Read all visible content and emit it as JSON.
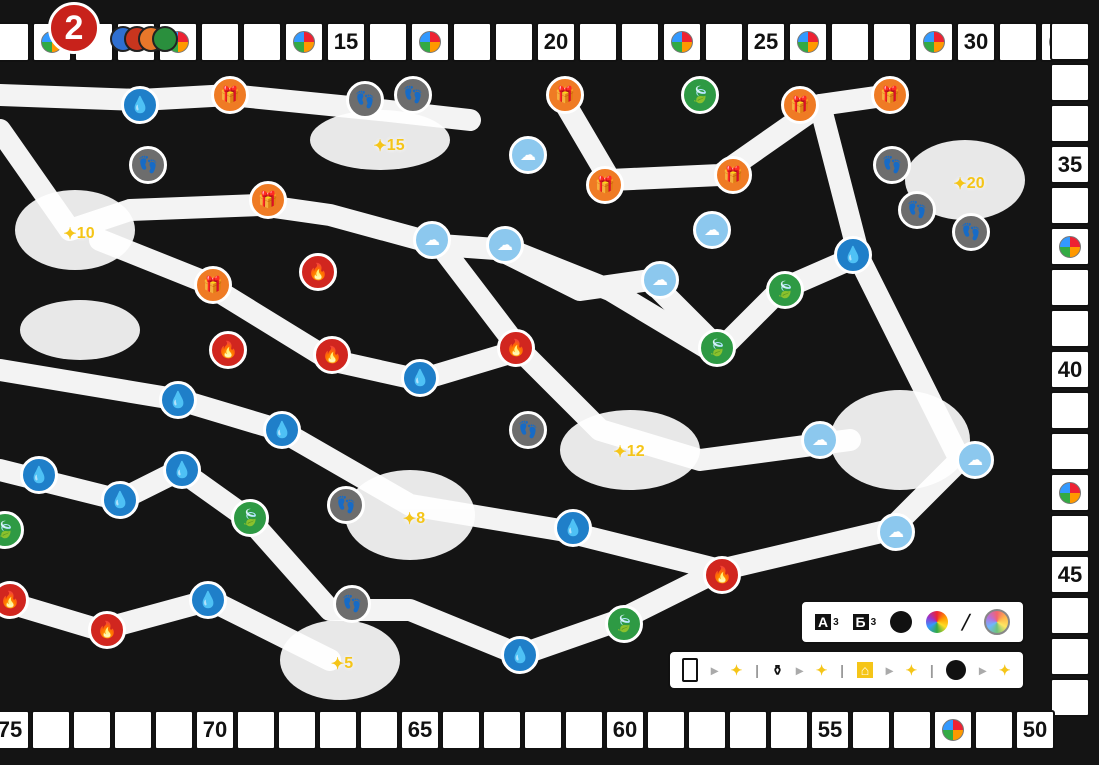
{
  "board": {
    "player_badge": "2",
    "token_colors": [
      "#2f6fd0",
      "#c8351e",
      "#e8772a",
      "#2a8f3d"
    ],
    "top_numbers": [
      "15",
      "20",
      "25",
      "30"
    ],
    "right_numbers": [
      "35",
      "40",
      "45"
    ],
    "bottom_numbers": [
      "75",
      "70",
      "65",
      "60",
      "55",
      "50"
    ],
    "stars": [
      "10",
      "15",
      "20",
      "12",
      "8",
      "5"
    ],
    "rules_top": {
      "a_label": "A",
      "a_count": "3",
      "b_label": "Б",
      "b_count": "3"
    },
    "colors": {
      "fire": "#d1261f",
      "water": "#1f7fc9",
      "sky": "#8cc8ee",
      "gift": "#ef7b24",
      "leaf": "#2e9a44",
      "foot": "#6d6d6d",
      "star": "#f5c518"
    }
  }
}
